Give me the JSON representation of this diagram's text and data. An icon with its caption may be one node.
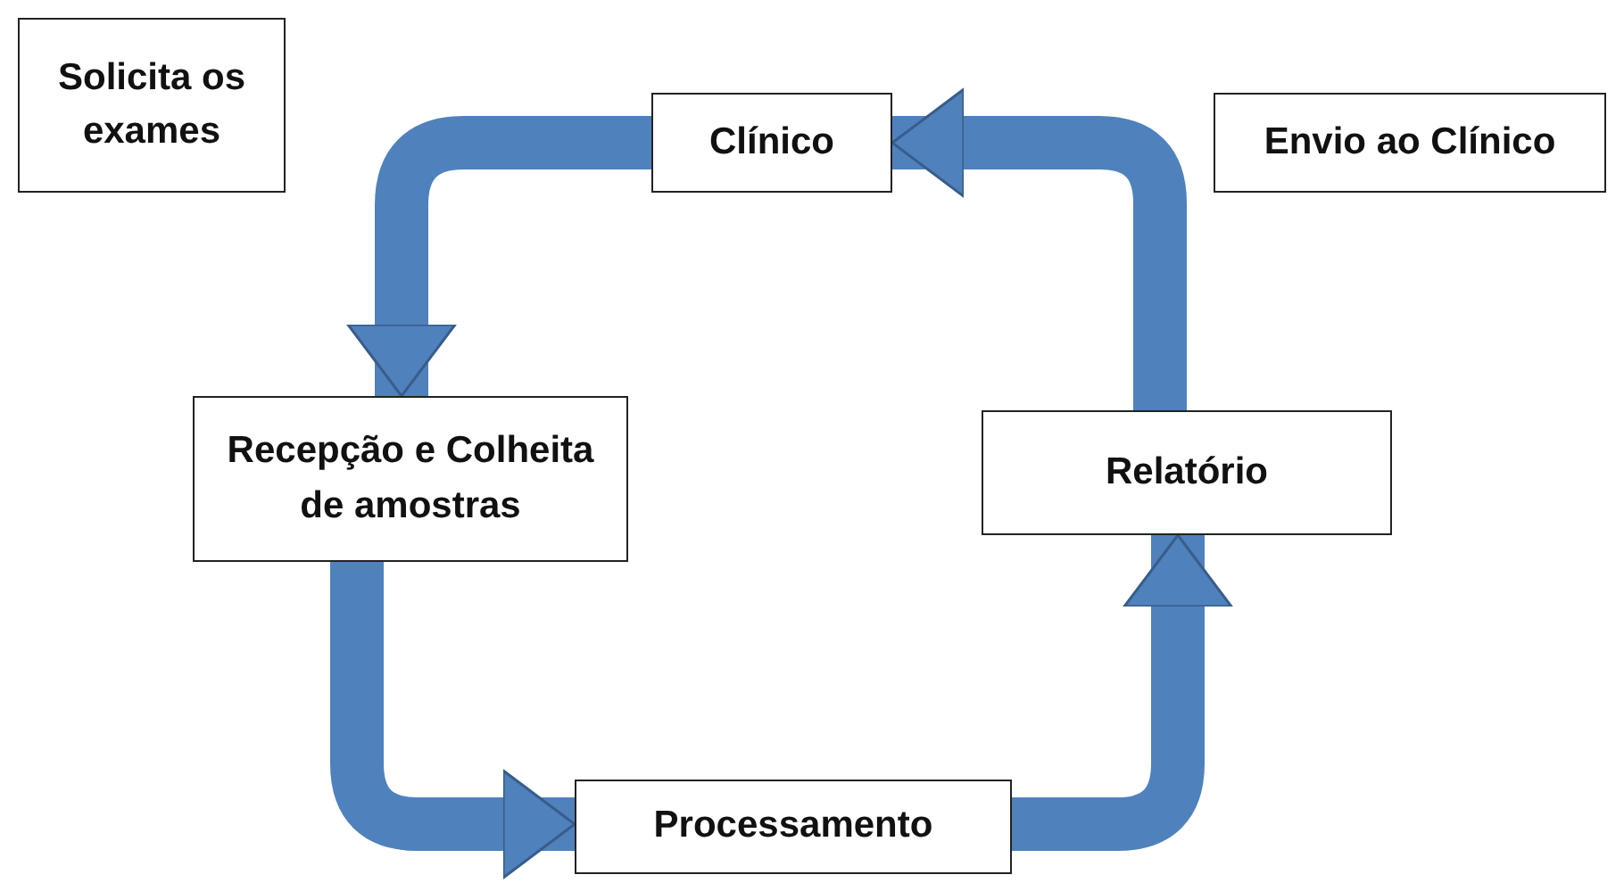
{
  "diagram": {
    "nodes": [
      {
        "text": [
          "Solicita os exames"
        ]
      },
      {
        "text": [
          "Clínico"
        ]
      },
      {
        "text": [
          "Envio ao Clínico"
        ]
      },
      {
        "text": [
          "Recepção e Colheita de amostras"
        ]
      },
      {
        "text": [
          "Relatório"
        ]
      },
      {
        "text": [
          "Processamento"
        ]
      }
    ],
    "edges": [
      {
        "from": 1,
        "to": 3,
        "arrow": "to"
      },
      {
        "from": 3,
        "to": 5,
        "arrow": "to"
      },
      {
        "from": 5,
        "to": 4,
        "arrow": "to"
      },
      {
        "from": 4,
        "to": 1,
        "arrow": "to"
      }
    ]
  }
}
